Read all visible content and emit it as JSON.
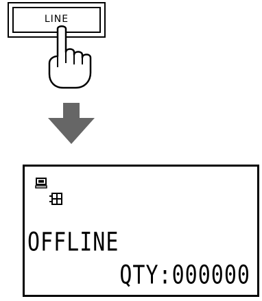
{
  "button": {
    "label": "LINE"
  },
  "display": {
    "status": "OFFLINE",
    "quantity": "QTY:000000",
    "icons": [
      "pc-icon",
      "network-icon"
    ]
  },
  "colors": {
    "ink": "#000000",
    "background": "#ffffff",
    "arrow": "#666666"
  }
}
